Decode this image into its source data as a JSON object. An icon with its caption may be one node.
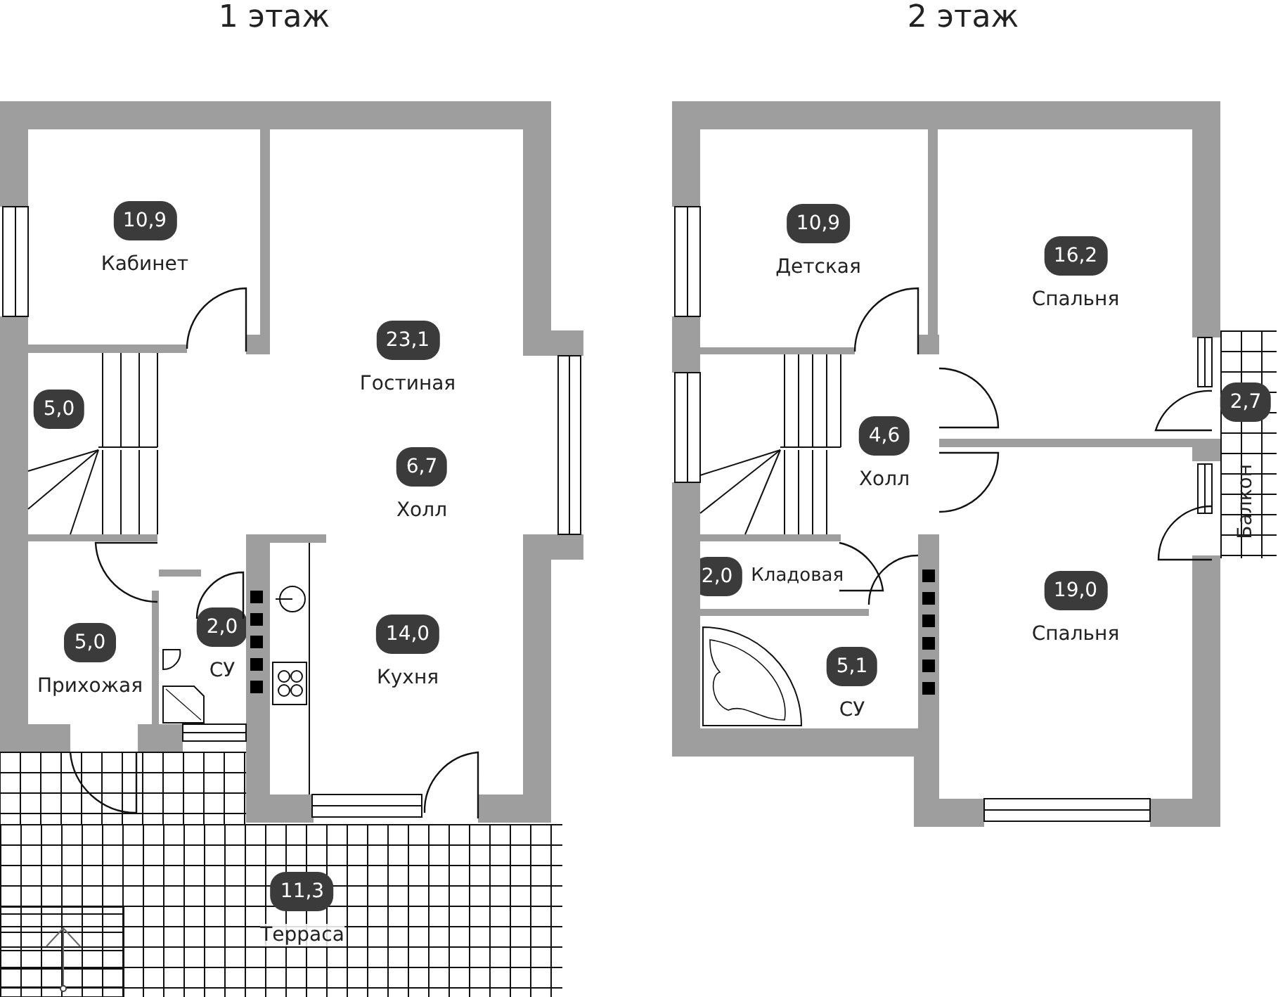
{
  "diagram": {
    "nodes": [
      {
        "text": [
          "10,9",
          "Кабинет"
        ]
      },
      {
        "text": [
          "23,1",
          "Гостиная"
        ]
      },
      {
        "text": [
          "5,0"
        ]
      },
      {
        "text": [
          "6,7",
          "Холл"
        ]
      },
      {
        "text": [
          "5,0",
          "Прихожая"
        ]
      },
      {
        "text": [
          "2,0",
          "СУ"
        ]
      },
      {
        "text": [
          "14,0",
          "Кухня"
        ]
      },
      {
        "text": [
          "11,3",
          "Терраса"
        ]
      },
      {
        "text": [
          "10,9",
          "Детская"
        ]
      },
      {
        "text": [
          "16,2",
          "Спальня"
        ]
      },
      {
        "text": [
          "2,7",
          "Балкон"
        ]
      },
      {
        "text": [
          "4,6",
          "Холл"
        ]
      },
      {
        "text": [
          "2,0",
          "Кладовая"
        ]
      },
      {
        "text": [
          "5,1",
          "СУ"
        ]
      },
      {
        "text": [
          "19,0",
          "Спальня"
        ]
      }
    ],
    "labels": [
      "1 этаж",
      "2 этаж"
    ]
  }
}
